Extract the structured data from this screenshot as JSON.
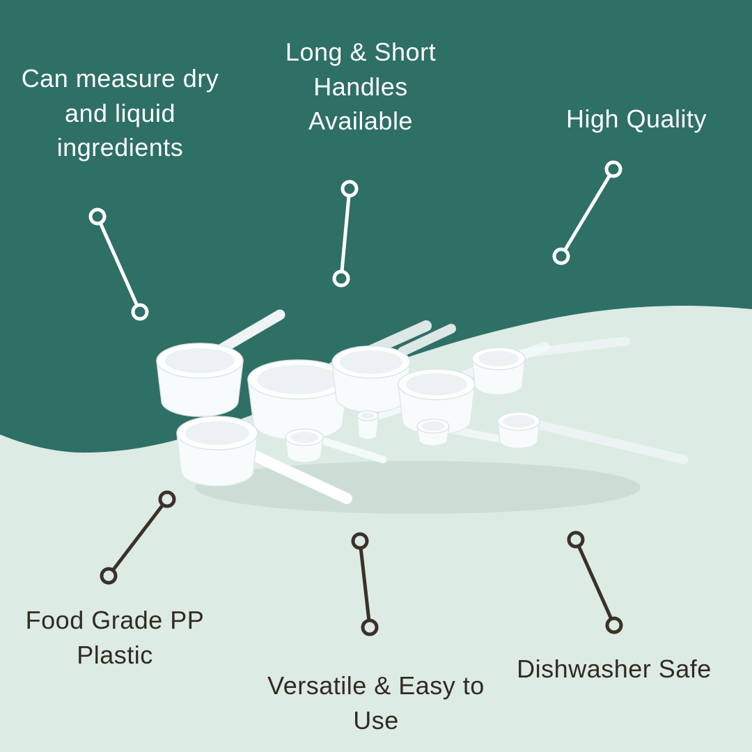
{
  "colors": {
    "teal_background": "#2E6F66",
    "mint_background": "#DCEBE4",
    "light_text": "#FFFFFF",
    "dark_text": "#332A21",
    "dark_line": "#3A3129"
  },
  "callouts": {
    "top_left": {
      "lines": [
        "Can measure dry",
        "and liquid",
        "ingredients"
      ]
    },
    "top_center": {
      "lines": [
        "Long & Short",
        "Handles",
        "Available"
      ]
    },
    "top_right": {
      "lines": [
        "High Quality"
      ]
    },
    "bottom_left": {
      "lines": [
        "Food Grade PP",
        "Plastic"
      ]
    },
    "bottom_center": {
      "lines": [
        "Versatile & Easy to",
        "Use"
      ]
    },
    "bottom_right": {
      "lines": [
        "Dishwasher Safe"
      ]
    }
  }
}
